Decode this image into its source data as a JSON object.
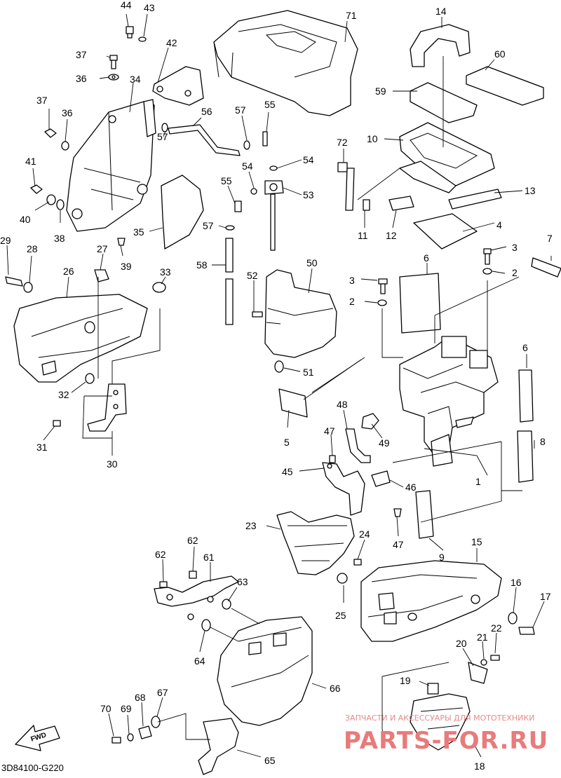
{
  "callouts": [
    {
      "id": "44",
      "label": "44"
    },
    {
      "id": "43",
      "label": "43"
    },
    {
      "id": "42",
      "label": "42"
    },
    {
      "id": "37a",
      "label": "37"
    },
    {
      "id": "36a",
      "label": "36"
    },
    {
      "id": "34",
      "label": "34"
    },
    {
      "id": "37b",
      "label": "37"
    },
    {
      "id": "36b",
      "label": "36"
    },
    {
      "id": "41",
      "label": "41"
    },
    {
      "id": "40",
      "label": "40"
    },
    {
      "id": "38",
      "label": "38"
    },
    {
      "id": "35",
      "label": "35"
    },
    {
      "id": "39",
      "label": "39"
    },
    {
      "id": "29",
      "label": "29"
    },
    {
      "id": "28",
      "label": "28"
    },
    {
      "id": "27",
      "label": "27"
    },
    {
      "id": "26",
      "label": "26"
    },
    {
      "id": "33",
      "label": "33"
    },
    {
      "id": "32",
      "label": "32"
    },
    {
      "id": "31",
      "label": "31"
    },
    {
      "id": "30",
      "label": "30"
    },
    {
      "id": "71",
      "label": "71"
    },
    {
      "id": "56",
      "label": "56"
    },
    {
      "id": "57a",
      "label": "57"
    },
    {
      "id": "57b",
      "label": "57"
    },
    {
      "id": "55a",
      "label": "55"
    },
    {
      "id": "54a",
      "label": "54"
    },
    {
      "id": "54b",
      "label": "54"
    },
    {
      "id": "53",
      "label": "53"
    },
    {
      "id": "55b",
      "label": "55"
    },
    {
      "id": "57c",
      "label": "57"
    },
    {
      "id": "58",
      "label": "58"
    },
    {
      "id": "52",
      "label": "52"
    },
    {
      "id": "50",
      "label": "50"
    },
    {
      "id": "51",
      "label": "51"
    },
    {
      "id": "5",
      "label": "5"
    },
    {
      "id": "14",
      "label": "14"
    },
    {
      "id": "60",
      "label": "60"
    },
    {
      "id": "59",
      "label": "59"
    },
    {
      "id": "10",
      "label": "10"
    },
    {
      "id": "72",
      "label": "72"
    },
    {
      "id": "13",
      "label": "13"
    },
    {
      "id": "11",
      "label": "11"
    },
    {
      "id": "12",
      "label": "12"
    },
    {
      "id": "4",
      "label": "4"
    },
    {
      "id": "7",
      "label": "7"
    },
    {
      "id": "3a",
      "label": "3"
    },
    {
      "id": "2a",
      "label": "2"
    },
    {
      "id": "6a",
      "label": "6"
    },
    {
      "id": "3b",
      "label": "3"
    },
    {
      "id": "2b",
      "label": "2"
    },
    {
      "id": "6b",
      "label": "6"
    },
    {
      "id": "8",
      "label": "8"
    },
    {
      "id": "1",
      "label": "1"
    },
    {
      "id": "48",
      "label": "48"
    },
    {
      "id": "47a",
      "label": "47"
    },
    {
      "id": "49",
      "label": "49"
    },
    {
      "id": "45",
      "label": "45"
    },
    {
      "id": "46",
      "label": "46"
    },
    {
      "id": "47b",
      "label": "47"
    },
    {
      "id": "9",
      "label": "9"
    },
    {
      "id": "23",
      "label": "23"
    },
    {
      "id": "24",
      "label": "24"
    },
    {
      "id": "25",
      "label": "25"
    },
    {
      "id": "15",
      "label": "15"
    },
    {
      "id": "16",
      "label": "16"
    },
    {
      "id": "17",
      "label": "17"
    },
    {
      "id": "22",
      "label": "22"
    },
    {
      "id": "21",
      "label": "21"
    },
    {
      "id": "20",
      "label": "20"
    },
    {
      "id": "19",
      "label": "19"
    },
    {
      "id": "18",
      "label": "18"
    },
    {
      "id": "62a",
      "label": "62"
    },
    {
      "id": "62b",
      "label": "62"
    },
    {
      "id": "61",
      "label": "61"
    },
    {
      "id": "63",
      "label": "63"
    },
    {
      "id": "64",
      "label": "64"
    },
    {
      "id": "66",
      "label": "66"
    },
    {
      "id": "70",
      "label": "70"
    },
    {
      "id": "69",
      "label": "69"
    },
    {
      "id": "68",
      "label": "68"
    },
    {
      "id": "67",
      "label": "67"
    },
    {
      "id": "65",
      "label": "65"
    }
  ],
  "diagram_code": "3D84100-G220",
  "fwd_label": "FWD",
  "watermark": {
    "line1": "ЗАПЧАСТИ И АКСЕССУАРЫ ДЛЯ МОТОТЕХНИКИ",
    "line2": "PARTS-FOR.RU"
  }
}
